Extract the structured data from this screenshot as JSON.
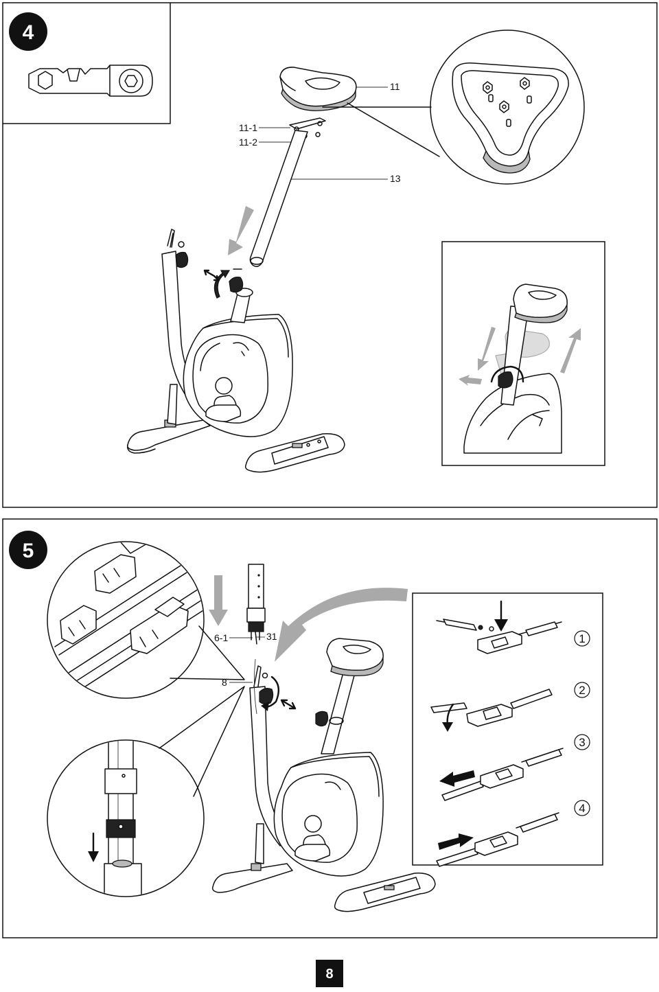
{
  "steps": [
    {
      "number": "4",
      "labels": {
        "saddle": "11",
        "part_11_1": "11-1",
        "part_11_2": "11-2",
        "seat_post": "13"
      }
    },
    {
      "number": "5",
      "labels": {
        "part_6_1": "6-1",
        "part_31": "31",
        "part_8": "8"
      },
      "sub_steps": [
        "1",
        "2",
        "3",
        "4"
      ]
    }
  ],
  "page_number": "8"
}
